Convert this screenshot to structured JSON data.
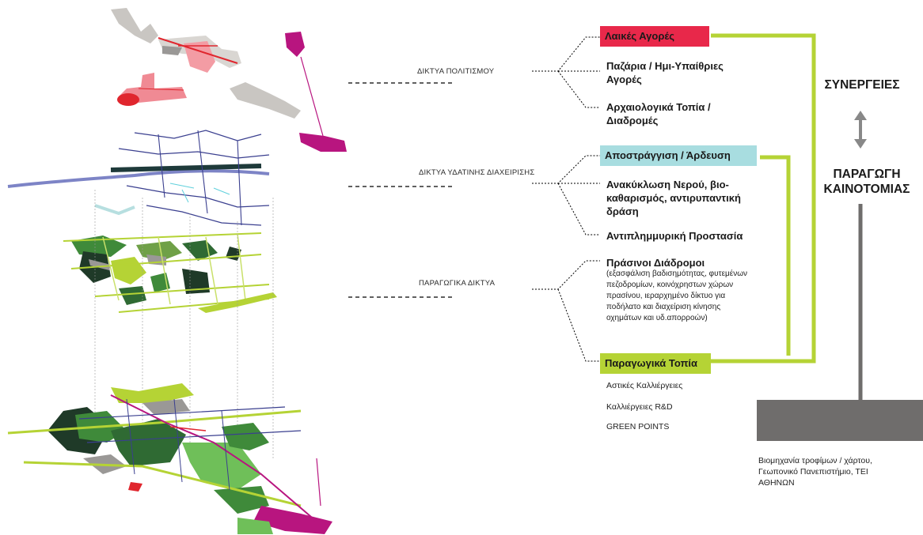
{
  "networks": [
    {
      "label": "ΔΙΚΤΥΑ ΠΟΛΙΤΙΣΜΟΥ"
    },
    {
      "label": "ΔΙΚΤΥΑ ΥΔΑΤΙΝΗΣ ΔΙΑΧΕΙΡΙΣΗΣ"
    },
    {
      "label": "ΠΑΡΑΓΩΓΙΚΑ ΔΙΚΤΥΑ"
    }
  ],
  "culture": {
    "markets_box": "Λαικές Αγορές",
    "item1": "Παζάρια / Ημι-Υπαίθριες Αγορές",
    "item2": "Αρχαιολογικά Τοπία / Διαδρομές"
  },
  "water": {
    "box": "Αποστράγγιση / Άρδευση",
    "item1": "Ανακύκλωση Νερού, βιο-καθαρισμός, αντιρυπαντική δράση",
    "item2": "Αντιπλημμυρική Προστασία"
  },
  "productive": {
    "title": "Πράσινοι Διάδρομοι",
    "description": "(εξασφάλιση βαδισημότητας, φυτεμένων πεζοδρομίων, κοινόχρηστων χώρων πρασίνου, ιεραρχημένο δίκτυο για ποδήλατο και διαχείριση κίνησης οχημάτων και υδ.απορροών)",
    "box": "Παραγωγικά Τοπία",
    "sub1": "Αστικές Καλλιέργειες",
    "sub2": "Καλλιέργειες R&D",
    "sub3": "GREEN POINTS"
  },
  "right": {
    "synergies": "ΣΥΝΕΡΓΕΙΕΣ",
    "production": "ΠΑΡΑΓΩΓΗ ΚΑΙΝΟΤΟΜΙΑΣ",
    "footer": "Βιομηχανία τροφίμων / χάρτου, Γεωπονικό Πανεπιστήμιο, ΤΕΙ ΑΘΗΝΩΝ"
  },
  "colors": {
    "markets": "#e8284a",
    "water": "#a8dde0",
    "green": "#b5d335",
    "dark_green": "#2a5a2e",
    "magenta": "#b8157f",
    "red": "#e0262e",
    "gray_block": "#6f6d6c",
    "water_line": "#3a3f8f"
  }
}
